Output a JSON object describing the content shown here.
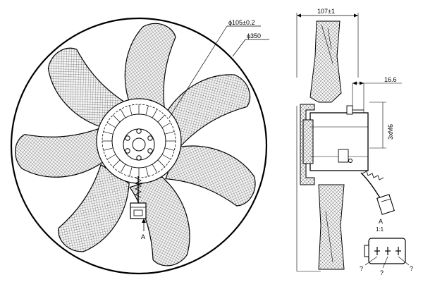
{
  "dimensions": {
    "hub_diameter": "ϕ105±0.2",
    "fan_diameter": "ϕ350",
    "depth": "107±1",
    "offset": "16.6",
    "thread": "3xM6"
  },
  "detail": {
    "label": "A",
    "scale": "1:1",
    "pin_marks": [
      "?",
      "?",
      "?"
    ]
  },
  "view_marker": "A"
}
